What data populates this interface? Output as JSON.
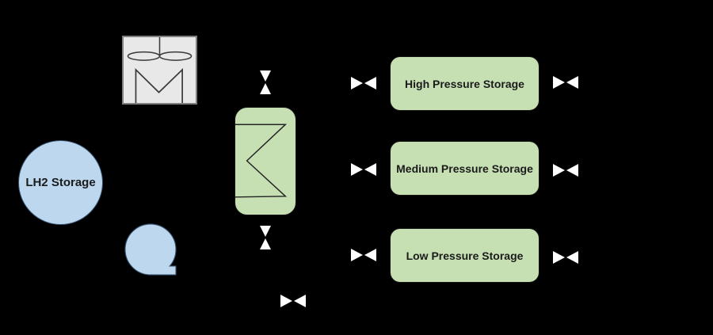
{
  "colors": {
    "background": "#000000",
    "tank_blue": "#bdd7ee",
    "equipment_gray": "#e8e8e8",
    "process_green": "#c6e0b4",
    "valve_white": "#ffffff",
    "label_text": "#1b1b1b"
  },
  "nodes": {
    "lh2_tank": {
      "label": "LH2 Storage",
      "shape": "circle",
      "fill": "#bdd7ee"
    },
    "compressor": {
      "icon": "compressor-fan-icon",
      "shape": "square",
      "fill": "#e8e8e8"
    },
    "pump": {
      "icon": "pump-icon",
      "shape": "circle-with-tab",
      "fill": "#bdd7ee"
    },
    "heat_exchanger": {
      "icon": "heat-exchanger-zigzag-icon",
      "shape": "rounded-rect",
      "fill": "#c6e0b4"
    },
    "high_storage": {
      "label": "High Pressure Storage",
      "fill": "#c6e0b4"
    },
    "medium_storage": {
      "label": "Medium Pressure Storage",
      "fill": "#c6e0b4"
    },
    "low_storage": {
      "label": "Low Pressure Storage",
      "fill": "#c6e0b4"
    }
  },
  "valves": [
    {
      "name": "valve-heat-exchanger-inlet",
      "orientation": "vertical"
    },
    {
      "name": "valve-heat-exchanger-outlet",
      "orientation": "vertical"
    },
    {
      "name": "valve-bypass-bottom",
      "orientation": "horizontal"
    },
    {
      "name": "valve-high-pressure-inlet",
      "orientation": "horizontal"
    },
    {
      "name": "valve-high-pressure-outlet",
      "orientation": "horizontal"
    },
    {
      "name": "valve-medium-pressure-inlet",
      "orientation": "horizontal"
    },
    {
      "name": "valve-medium-pressure-outlet",
      "orientation": "horizontal"
    },
    {
      "name": "valve-low-pressure-inlet",
      "orientation": "horizontal"
    },
    {
      "name": "valve-low-pressure-outlet",
      "orientation": "horizontal"
    }
  ]
}
